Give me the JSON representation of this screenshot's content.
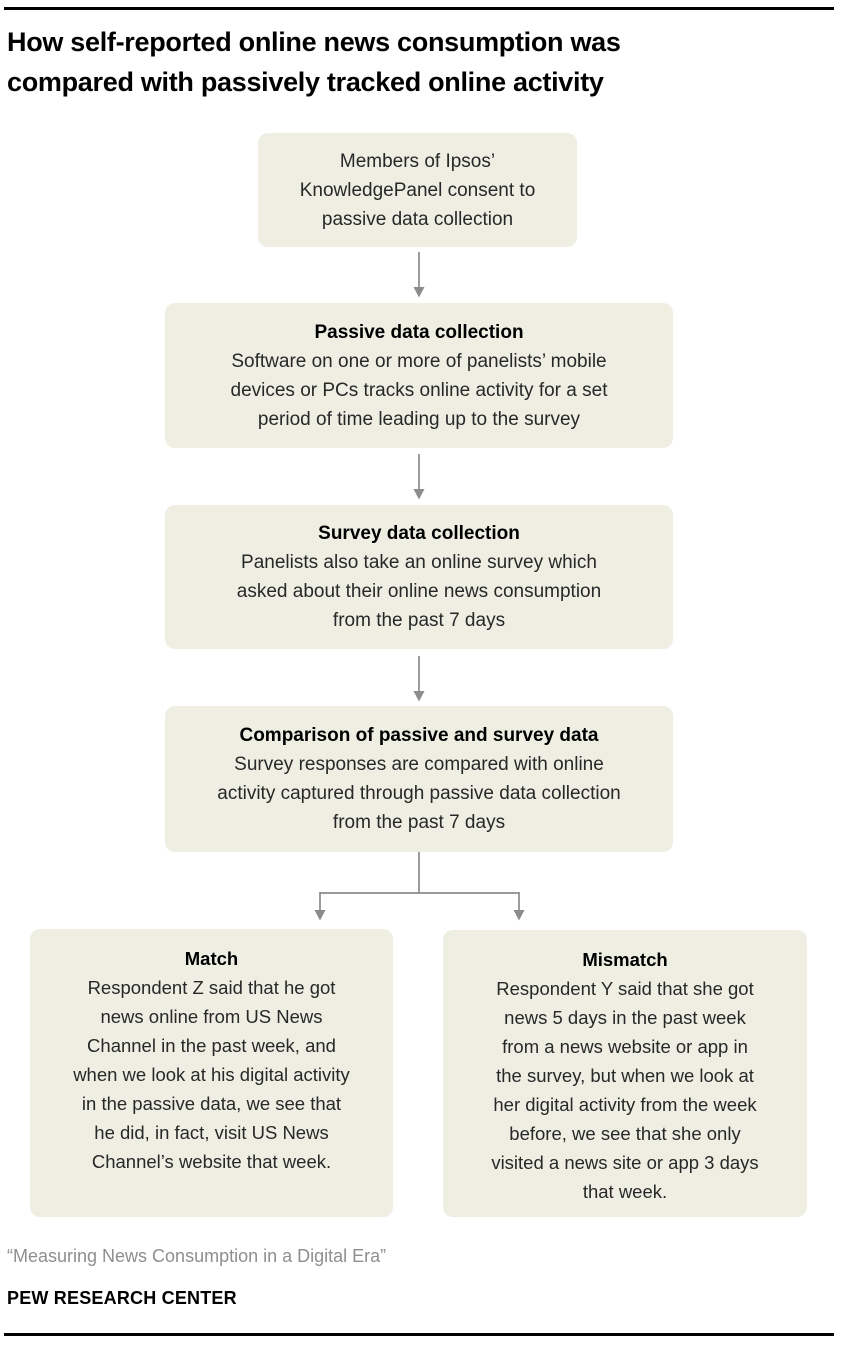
{
  "meta": {
    "title": "How self-reported online news consumption was\ncompared with passively tracked online activity",
    "source_line": "“Measuring News Consumption in a Digital Era”",
    "org_name": "PEW RESEARCH CENTER"
  },
  "flow": {
    "step1": {
      "text": "Members of Ipsos’\nKnowledgePanel consent to\npassive data collection"
    },
    "step2": {
      "heading": "Passive data collection",
      "text": "Software on one or more of panelists’ mobile\ndevices or PCs tracks online activity for a set\nperiod of time leading up to the survey"
    },
    "step3": {
      "heading": "Survey data collection",
      "text": "Panelists also take an online survey which\nasked about their online news consumption\nfrom the past 7 days"
    },
    "step4": {
      "heading": "Comparison of passive and survey data",
      "text": "Survey responses are compared with online\nactivity captured through passive data collection\nfrom the past 7 days"
    },
    "match": {
      "heading": "Match",
      "text": "Respondent Z said that he got\nnews online from US News\nChannel in the past week, and\nwhen we look at his digital activity\nin the passive data, we see that\nhe did, in fact, visit US News\nChannel’s website that week."
    },
    "mismatch": {
      "heading": "Mismatch",
      "text": "Respondent Y said that she got\nnews 5 days in the past week\nfrom a news website or app in\nthe survey, but when we look at\nher digital activity from the week\nbefore, we see that she only\nvisited a news site or app 3 days\nthat week."
    }
  },
  "colors": {
    "box_fill": "#EEEEE3",
    "arrow": "#8C8C8C",
    "title": "#000000",
    "body": "#282828",
    "source": "#8E8E8E"
  }
}
